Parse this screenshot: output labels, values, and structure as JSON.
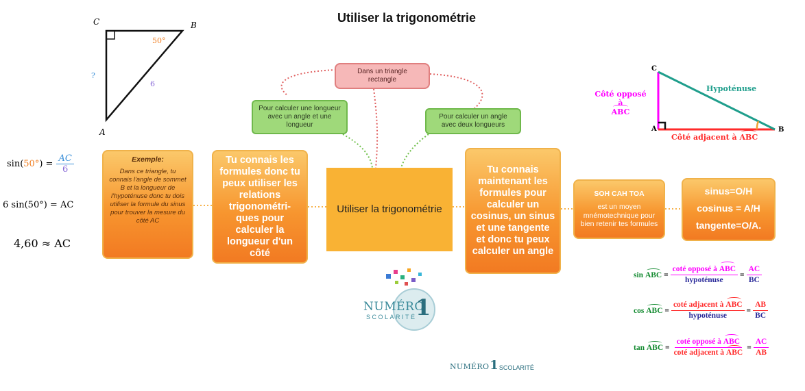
{
  "title": "Utiliser la trigonométrie",
  "left_triangle": {
    "vertex_c": "C",
    "vertex_b": "B",
    "vertex_a": "A",
    "angle": "50°",
    "unknown": "?",
    "hyp": "6"
  },
  "equations": {
    "eq1_lhs": "sin(",
    "eq1_angle": "50°",
    "eq1_close": ") =",
    "eq1_num": "AC",
    "eq1_den": "6",
    "eq2": "6 sin(50°) = AC",
    "eq3": "4,60 ≈ AC"
  },
  "mindmap": {
    "example_title": "Exemple:",
    "example_body": "Dans ce triangle, tu connais l'angle de sommet B et la longueur de l'hypoténuse donc tu dois utiliser la formule du sinus pour trouver la mesure du côté AC",
    "left_big": "Tu connais les formules donc tu peux utiliser les relations trigonométri-ques pour calculer la longueur d'un côté",
    "center": "Utiliser la trigonométrie",
    "pink": "Dans un triangle rectangle",
    "green_left": "Pour calculer une longueur avec un angle et une longueur",
    "green_right": "Pour calculer un angle avec deux longueurs",
    "right_big": "Tu connais maintenant les formules pour calculer un cosinus, un sinus et une tangente et donc tu peux calculer un angle",
    "soh_title": "SOH CAH TOA",
    "soh_body": "est un moyen mnémotechnique pour bien retenir tes formules",
    "sinus": "sinus=O/H",
    "cosinus": "cosinus = A/H",
    "tangente": "tangente=O/A."
  },
  "right_triangle": {
    "vertex_c": "C",
    "vertex_a": "A",
    "vertex_b": "B",
    "hyp": "Hypoténuse",
    "opp_line1": "Côté opposé à",
    "opp_line2": "ABC",
    "adj_prefix": "Côté adjacent à",
    "adj_angle": "ABC"
  },
  "formulas": {
    "sin_label": "sin",
    "cos_label": "cos",
    "tan_label": "tan",
    "angle": "ABC",
    "opp_prefix": "coté opposé à",
    "adj_prefix": "coté adjacent à",
    "hyp": "hypoténuse",
    "sin_num": "AC",
    "sin_den": "BC",
    "cos_num": "AB",
    "cos_den": "BC",
    "tan_num": "AC",
    "tan_den": "AB"
  },
  "logo": {
    "big_numero": "NUMÉRO",
    "big_one": "1",
    "big_scolarite": "SCOLARITÉ",
    "small_numero": "NUMÉRO",
    "small_one": "1",
    "small_scolarite": "SCOLARITÉ"
  },
  "colors": {
    "orange": "#f7962f",
    "green": "#9fd97a",
    "pink": "#f6b8b8",
    "magenta": "#ff00ff",
    "red": "#ff2a2a",
    "teal": "#1f9e8c",
    "navy": "#2a2a9a",
    "formula_green": "#138a30"
  }
}
